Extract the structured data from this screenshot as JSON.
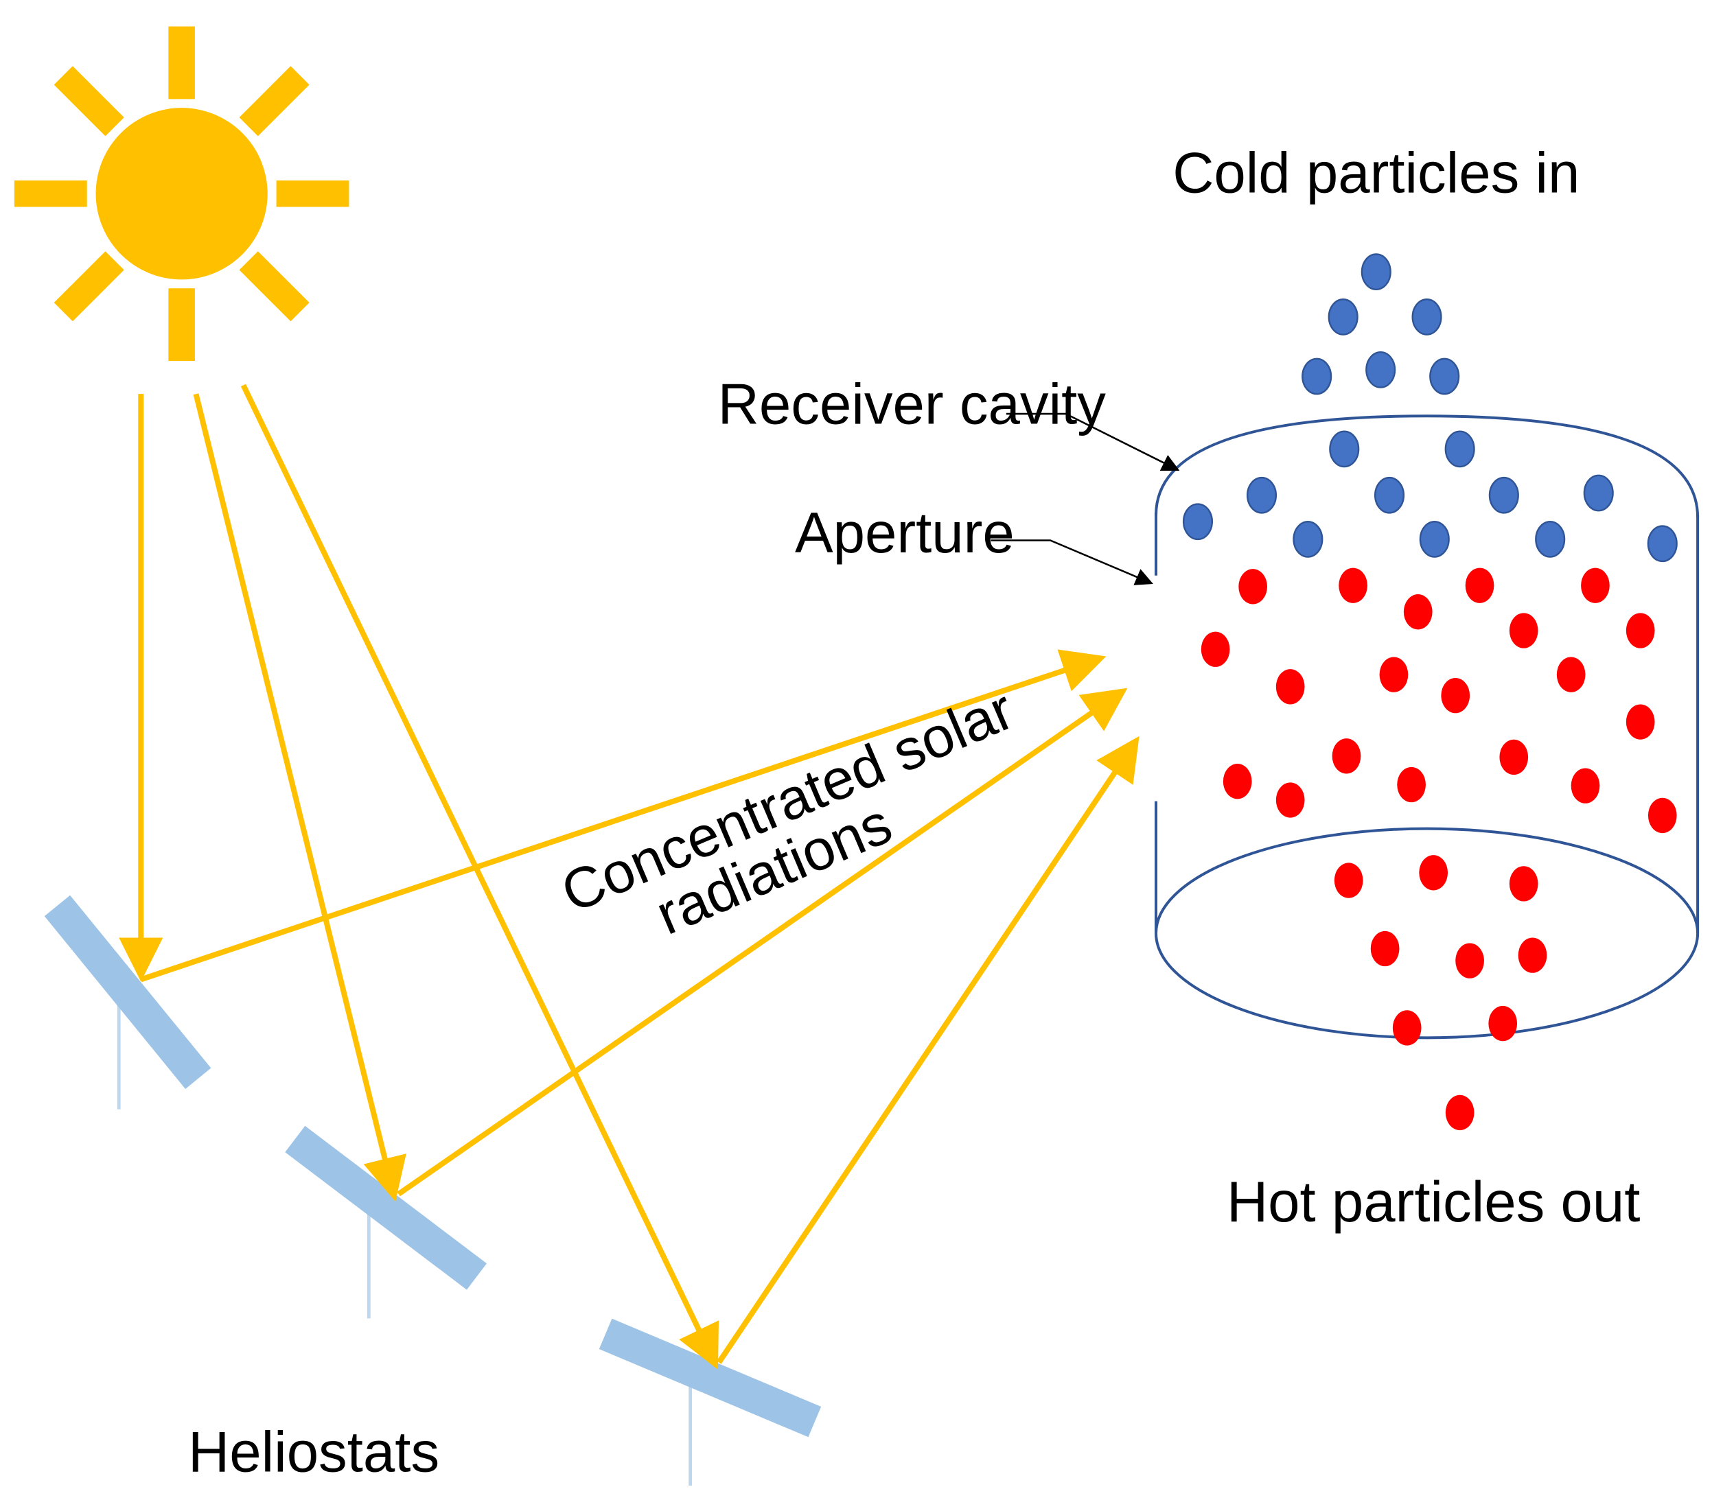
{
  "labels": {
    "cold_in": "Cold particles in",
    "receiver_cavity": "Receiver cavity",
    "aperture": "Aperture",
    "concentrated_line1": "Concentrated solar",
    "concentrated_line2": "radiations",
    "hot_out": "Hot particles out",
    "heliostats": "Heliostats"
  },
  "colors": {
    "sun": "#FFC000",
    "ray": "#FFC000",
    "heliostat": "#9DC3E6",
    "heliostat_post": "#BDD7EE",
    "receiver_outline": "#2F5597",
    "cold_particle": "#4472C4",
    "hot_particle": "#FF0000",
    "pointer": "#000000"
  },
  "icons": {
    "sun": "sun-icon"
  }
}
